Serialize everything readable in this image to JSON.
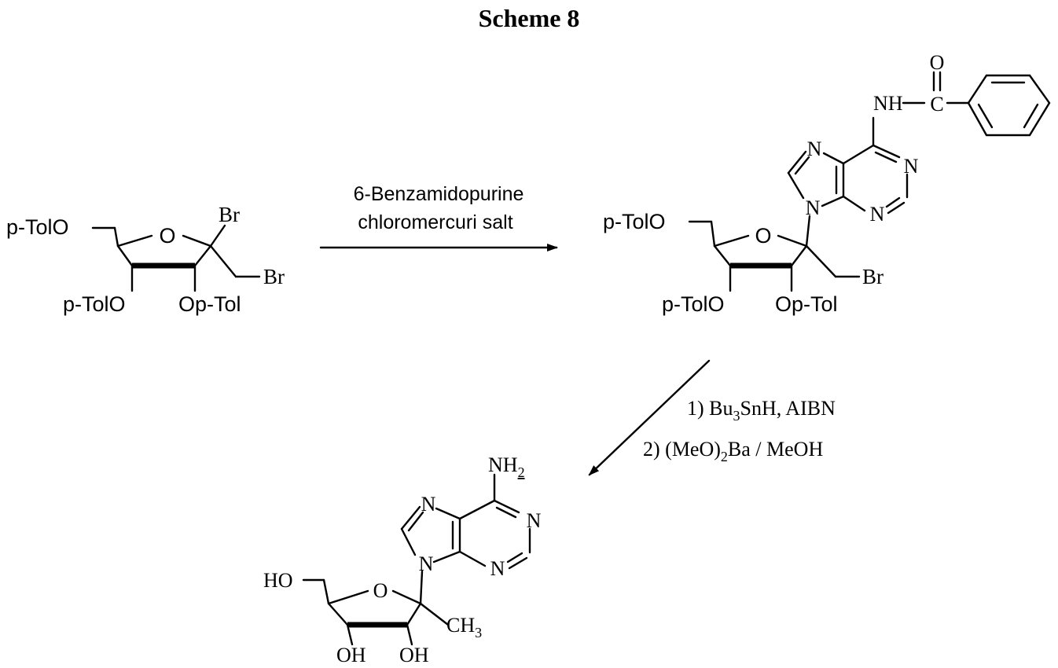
{
  "scheme_title": "Scheme 8",
  "reagents_step1": {
    "line1": "6-Benzamidopurine",
    "line2": "chloromercuri salt"
  },
  "reagents_step2": {
    "line1_prefix": "1) Bu",
    "line1_sub": "3",
    "line1_suffix": "SnH, AIBN",
    "line2_prefix": "2) (MeO)",
    "line2_sub": "2",
    "line2_suffix": "Ba / MeOH"
  },
  "compound1": {
    "p_tol_c5": "p-TolO",
    "o_ring": "O",
    "br_c1": "Br",
    "br_ch2": "Br",
    "p_tol_c3": "p-TolO",
    "op_tol_c2": "Op-Tol"
  },
  "compound2": {
    "p_tol_c5": "p-TolO",
    "o_ring": "O",
    "br_ch2": "Br",
    "p_tol_c3": "p-TolO",
    "op_tol_c2": "Op-Tol",
    "n7": "N",
    "n9": "N",
    "n1": "N",
    "n3": "N",
    "nh": "NH",
    "carbonyl_c": "C",
    "carbonyl_o": "O"
  },
  "compound3": {
    "ho": "HO",
    "o_ring": "O",
    "oh3": "OH",
    "oh2": "OH",
    "ch3_prefix": "CH",
    "ch3_sub": "3",
    "nh2_prefix": "NH",
    "nh2_sub": "2",
    "n7": "N",
    "n9": "N",
    "n1": "N",
    "n3": "N"
  }
}
